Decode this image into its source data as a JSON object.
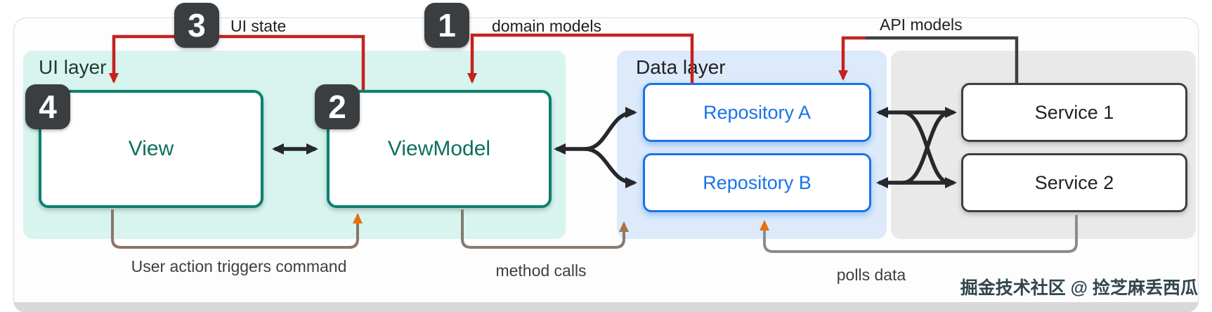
{
  "diagram": {
    "layers": {
      "ui": {
        "label": "UI layer"
      },
      "data": {
        "label": "Data layer"
      }
    },
    "nodes": {
      "view": {
        "label": "View"
      },
      "viewmodel": {
        "label": "ViewModel"
      },
      "repository_a": {
        "label": "Repository A"
      },
      "repository_b": {
        "label": "Repository B"
      },
      "service_1": {
        "label": "Service  1"
      },
      "service_2": {
        "label": "Service 2"
      }
    },
    "badges": {
      "step1": "1",
      "step2": "2",
      "step3": "3",
      "step4": "4"
    },
    "edge_labels": {
      "ui_state": "UI state",
      "domain_models": "domain models",
      "api_models": "API models",
      "user_action": "User action triggers command",
      "method_calls": "method calls",
      "polls_data": "polls data"
    },
    "colors": {
      "red_flow": "#c5221f",
      "teal_border": "#0b8070",
      "blue_border": "#1a73e8",
      "dark_border": "#3c4043",
      "orange_arrow": "#e8710a",
      "ui_panel": "#d7f4ee",
      "data_panel": "#dceafb",
      "service_panel": "#e9e9e9",
      "badge_bg": "#3a3e41"
    },
    "watermark": "掘金技术社区 @ 捡芝麻丢西瓜"
  }
}
